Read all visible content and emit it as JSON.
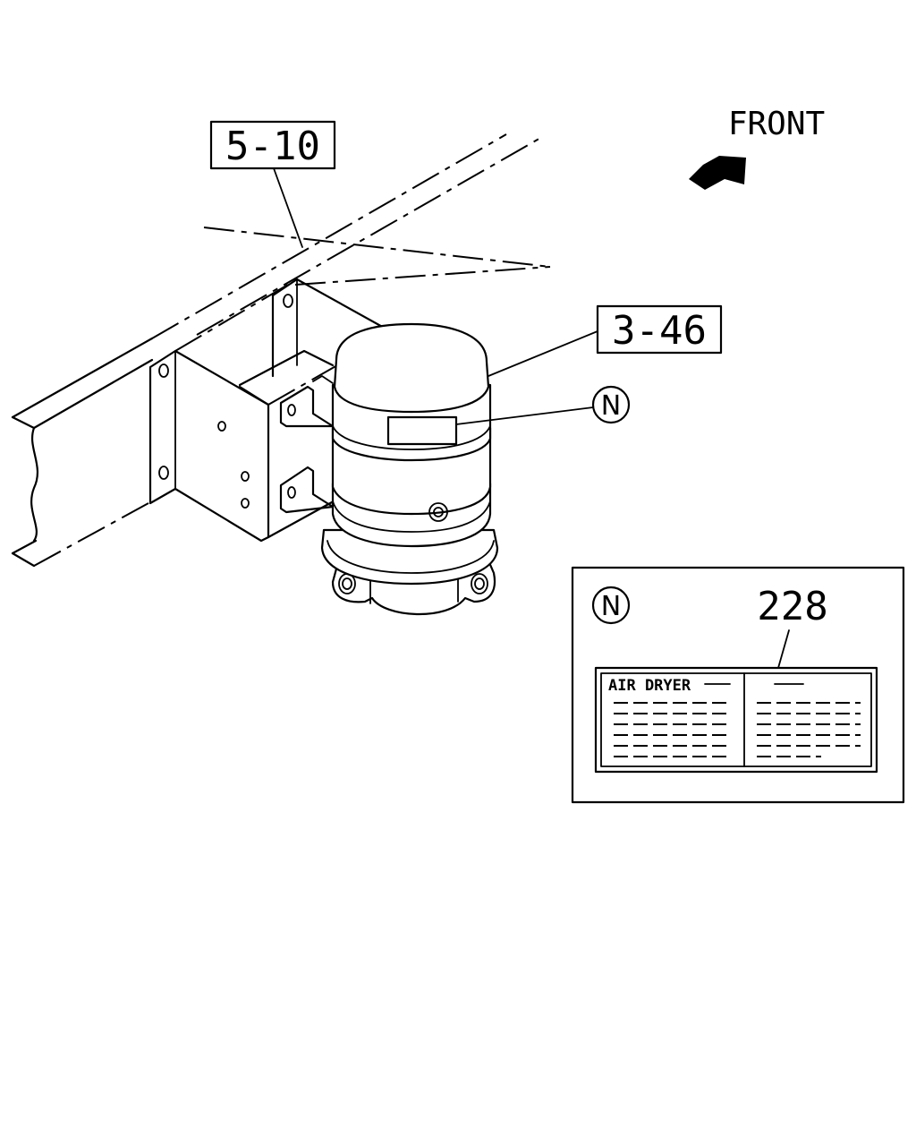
{
  "diagram": {
    "callouts": {
      "frame_ref": "5-10",
      "dryer_ref": "3-46",
      "label_part_number": "228"
    },
    "note_marker": "N",
    "direction_label": "FRONT",
    "label_plate": {
      "title": "AIR DRYER"
    },
    "icons": {
      "direction_arrow": "front-arrow-icon",
      "note_marker": "circled-letter-icon"
    }
  }
}
